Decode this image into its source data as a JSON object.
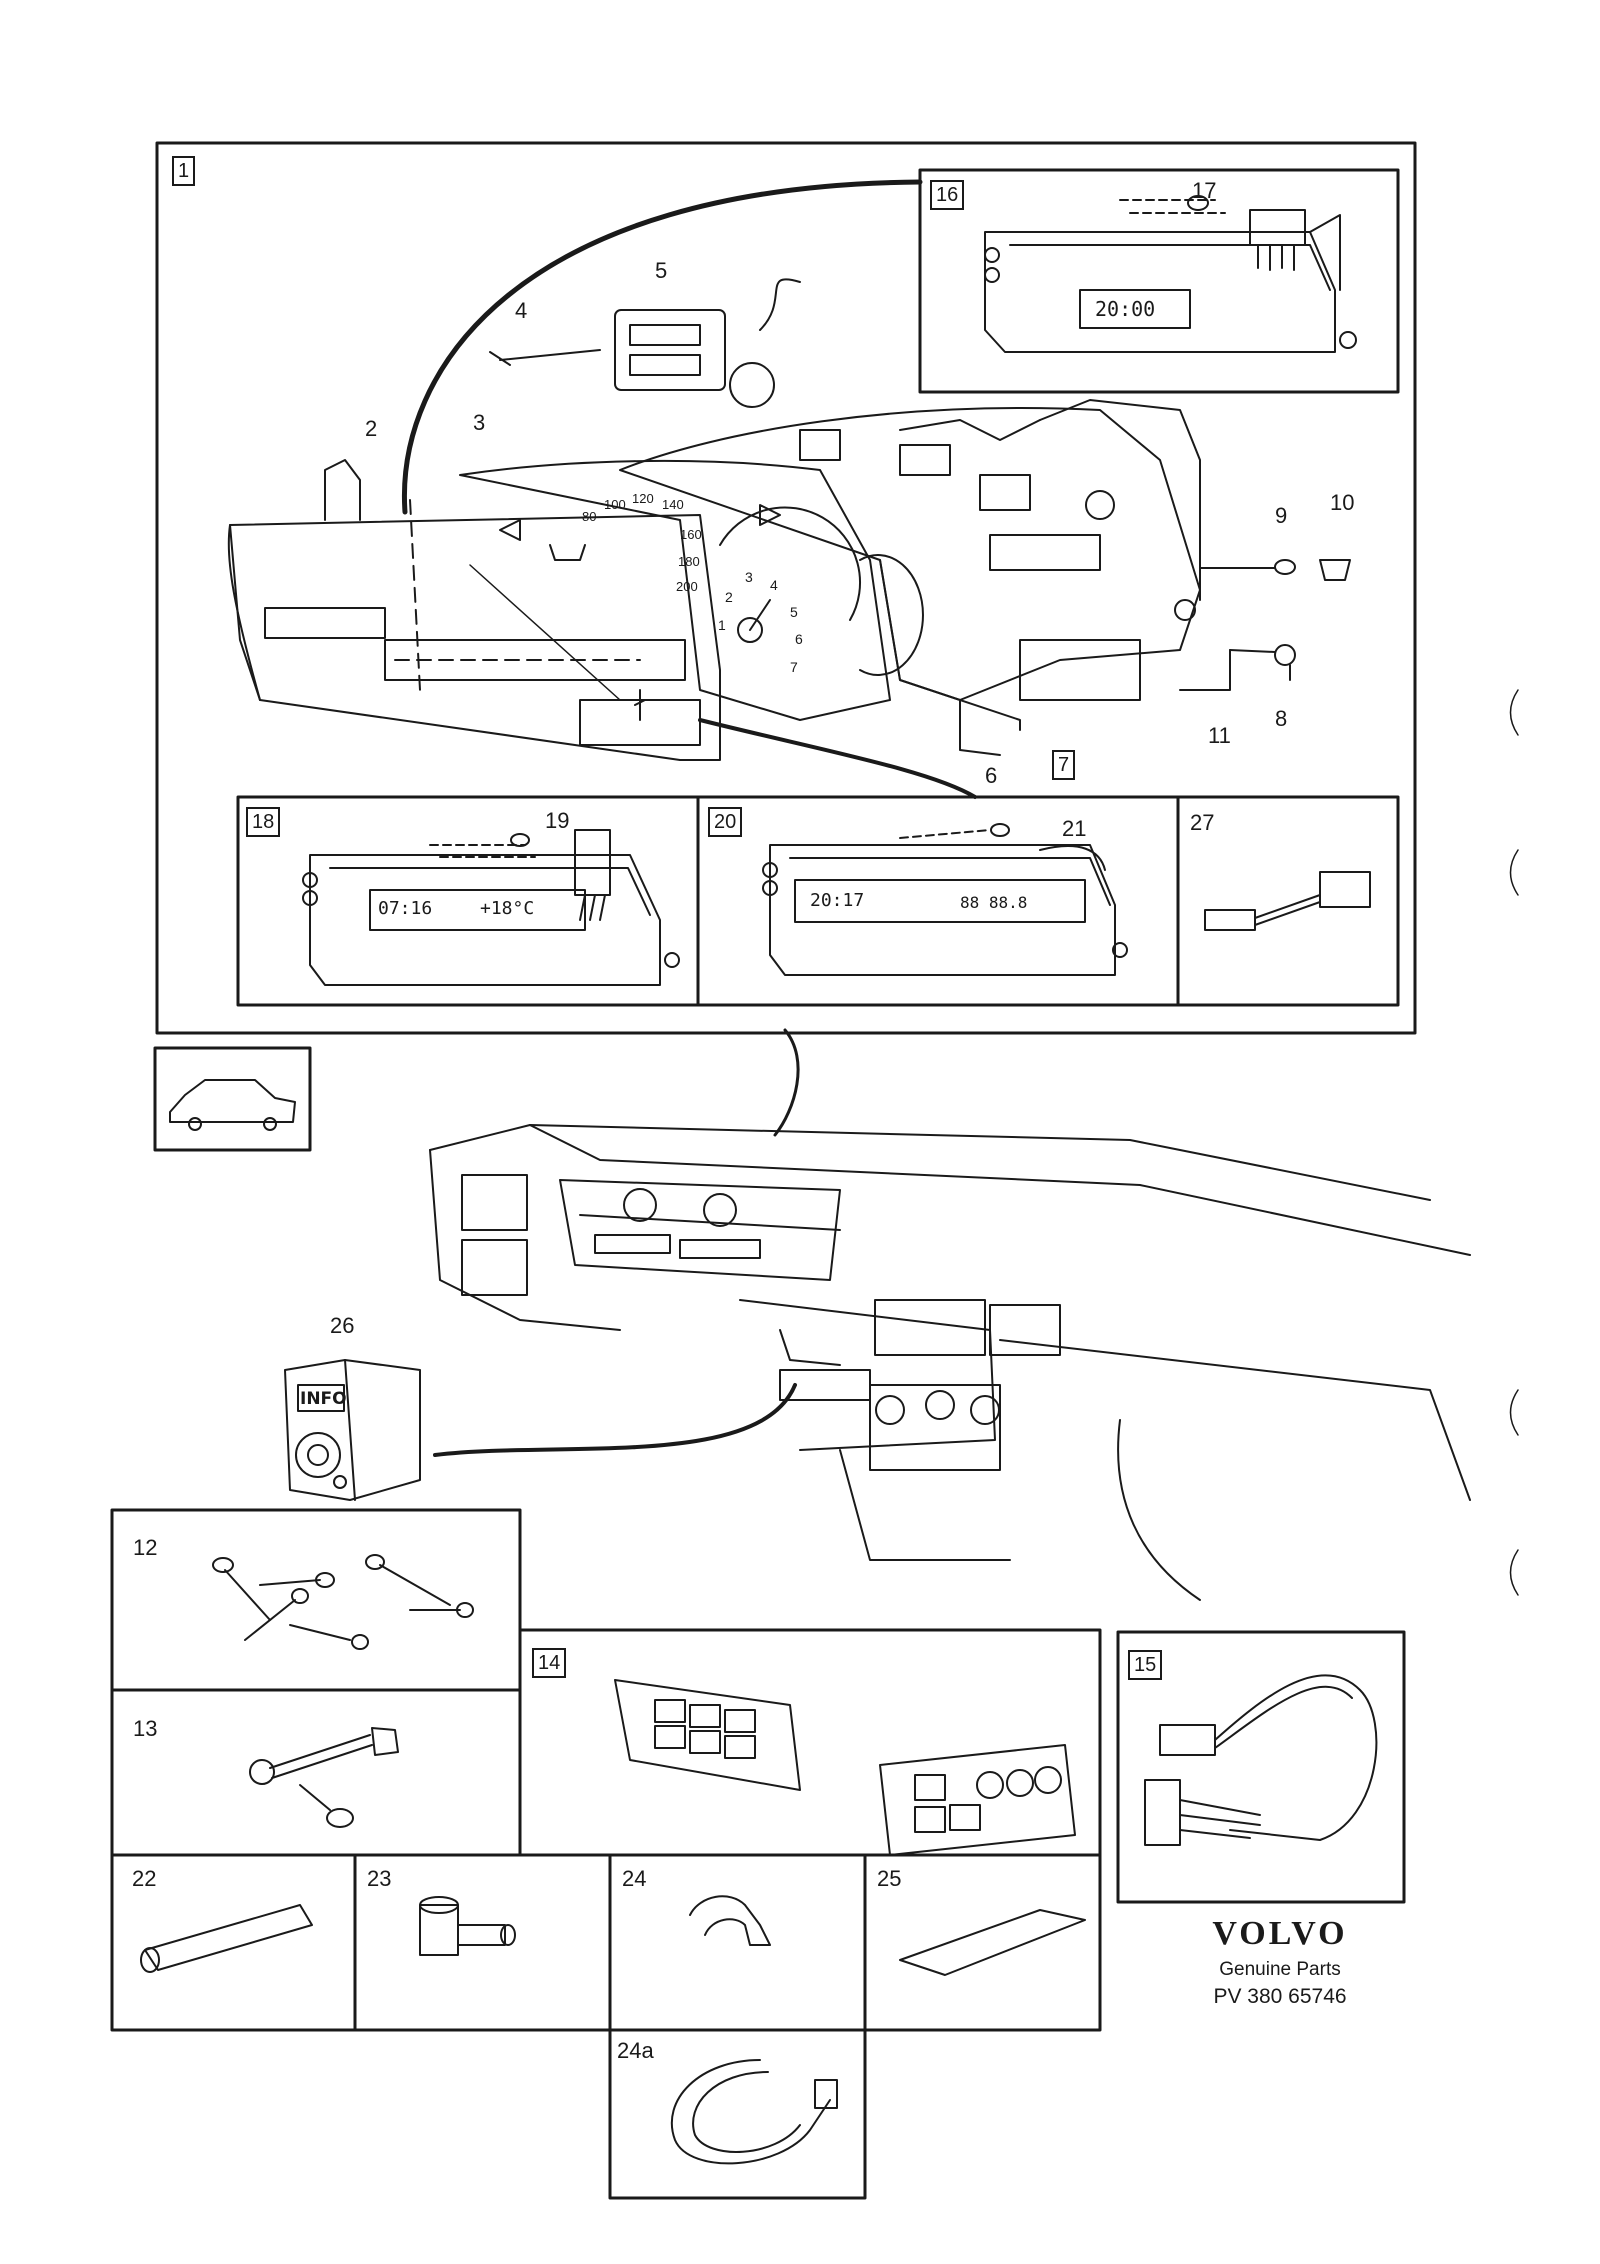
{
  "diagram": {
    "brand": "VOLVO",
    "brand_sub": "Genuine Parts",
    "drawing_id": "PV 380 65746",
    "callouts": {
      "c1": "1",
      "c2": "2",
      "c3": "3",
      "c4": "4",
      "c5": "5",
      "c6": "6",
      "c7": "7",
      "c8": "8",
      "c9": "9",
      "c10": "10",
      "c11": "11",
      "c12": "12",
      "c13": "13",
      "c14": "14",
      "c15": "15",
      "c16": "16",
      "c17": "17",
      "c18": "18",
      "c19": "19",
      "c20": "20",
      "c21": "21",
      "c22": "22",
      "c23": "23",
      "c24": "24",
      "c24a": "24a",
      "c25": "25",
      "c26": "26",
      "c27": "27"
    },
    "displays": {
      "clock_16": "20:00",
      "clock_18_time": "07:16",
      "clock_18_temp": "+18°C",
      "clock_20_time": "20:17",
      "clock_20_extra": "88 88.8",
      "info_button": "INFO"
    },
    "speedo_ticks": [
      "100",
      "120",
      "140",
      "160",
      "180",
      "200",
      "80"
    ],
    "tacho_ticks": [
      "2",
      "3",
      "4",
      "5",
      "6",
      "7",
      "1"
    ]
  }
}
